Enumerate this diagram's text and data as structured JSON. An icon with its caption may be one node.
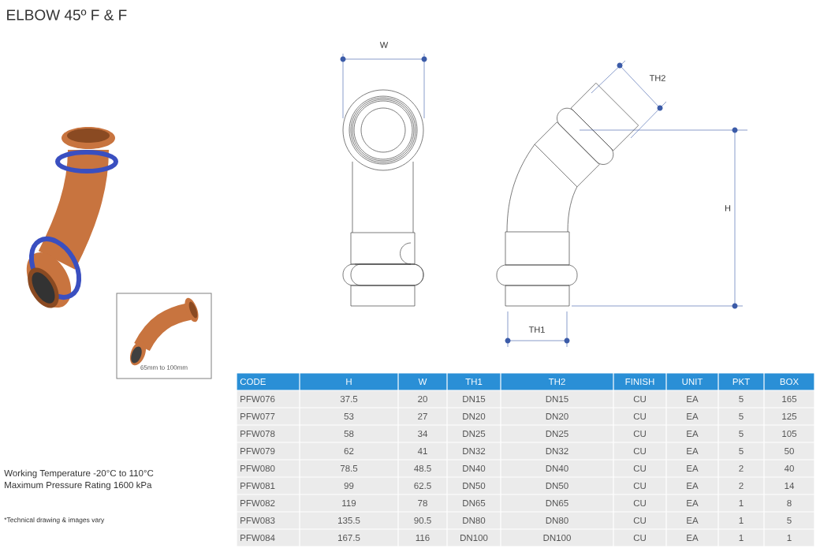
{
  "diagram": {
    "title": "ELBOW 45º F & F",
    "nodes": [
      {
        "text": [
          "65mm to 100mm"
        ]
      }
    ],
    "edges": [],
    "labels": [
      "W",
      "TH2",
      "H",
      "TH1",
      "CODE",
      "H",
      "W",
      "TH1",
      "TH2",
      "FINISH",
      "UNIT",
      "PKT",
      "BOX",
      "PFW076",
      "37.5",
      "20",
      "DN15",
      "DN15",
      "CU",
      "EA",
      "5",
      "165",
      "PFW077",
      "53",
      "27",
      "DN20",
      "DN20",
      "CU",
      "EA",
      "5",
      "125",
      "PFW078",
      "58",
      "34",
      "DN25",
      "DN25",
      "CU",
      "EA",
      "5",
      "105",
      "PFW079",
      "62",
      "41",
      "DN32",
      "DN32",
      "CU",
      "EA",
      "5",
      "50",
      "PFW080",
      "78.5",
      "48.5",
      "DN40",
      "DN40",
      "CU",
      "EA",
      "2",
      "40",
      "PFW081",
      "99",
      "62.5",
      "DN50",
      "DN50",
      "CU",
      "EA",
      "2",
      "14",
      "PFW082",
      "119",
      "78",
      "DN65",
      "DN65",
      "CU",
      "EA",
      "1",
      "8",
      "PFW083",
      "135.5",
      "90.5",
      "DN80",
      "DN80",
      "CU",
      "EA",
      "1",
      "5",
      "PFW084",
      "167.5",
      "116",
      "DN100",
      "DN100",
      "CU",
      "EA",
      "1",
      "1",
      "Working Temperature -20°C to 110°C",
      "Maximum Pressure Rating 1600 kPa",
      "*Technical drawing & images vary"
    ]
  }
}
